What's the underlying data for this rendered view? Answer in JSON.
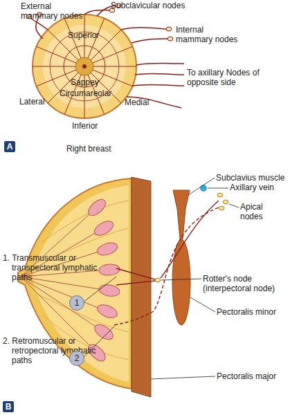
{
  "diagram": {
    "labels": [
      "External mammary nodes",
      "Subclavicular nodes",
      "Superior",
      "Internal mammary nodes",
      "To axillary Nodes of opposite side",
      "Sappey",
      "Lateral",
      "Circumareolar",
      "Medial",
      "Inferior",
      "A",
      "Right breast",
      "Subclavius muscle",
      "Axillary vein",
      "Apical nodes",
      "1. Transmuscular or transpectoral lymphatic paths",
      "Rotter's node (interpectoral node)",
      "Pectoralis minor",
      "2. Retromuscular or retropectoral lymphatic paths",
      "Pectoralis major",
      "1",
      "2",
      "B"
    ]
  }
}
